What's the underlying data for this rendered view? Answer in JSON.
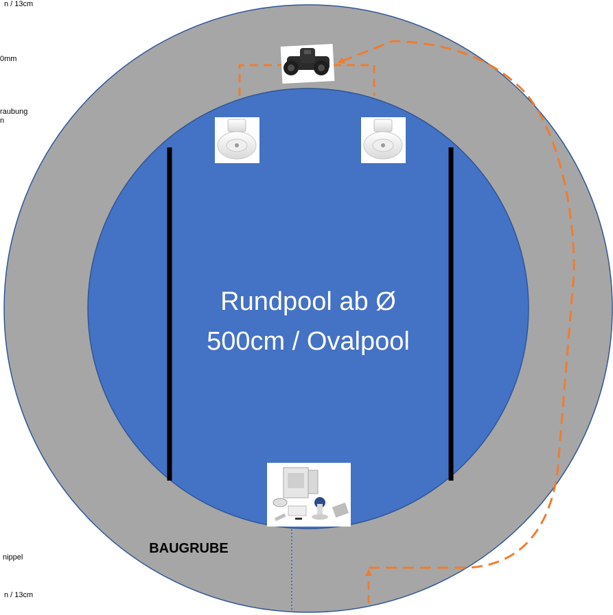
{
  "diagram": {
    "title_line1": "Rundpool ab Ø",
    "title_line2": "500cm / Ovalpool",
    "pit_label": "BAUGRUBE",
    "colors": {
      "pit": "#a6a6a6",
      "pool": "#4472c4",
      "outline": "#2f5597",
      "wall": "#000000",
      "pipe": "#ed7d31",
      "drain_line": "#4472c4"
    },
    "components": [
      {
        "name": "tee-fitting",
        "icon": "tee-connector-icon"
      },
      {
        "name": "inlet-nozzle-left",
        "icon": "inlet-nozzle-icon"
      },
      {
        "name": "inlet-nozzle-right",
        "icon": "inlet-nozzle-icon"
      },
      {
        "name": "skimmer-set",
        "icon": "skimmer-kit-icon"
      }
    ]
  },
  "left_labels": [
    {
      "text": "n / 13cm"
    },
    {
      "text": "0mm"
    },
    {
      "text": "raubung"
    },
    {
      "text": "n"
    },
    {
      "text": "nippel"
    },
    {
      "text": "n / 13cm"
    }
  ]
}
